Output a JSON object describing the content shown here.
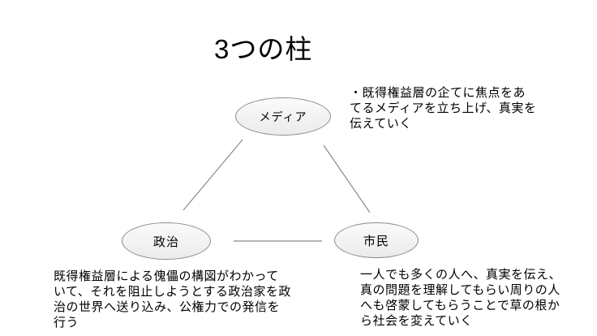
{
  "slide": {
    "title": "3つの柱"
  },
  "colors": {
    "background": "#ffffff",
    "connector": "#8a8a8a",
    "ellipse_fill_top": "#fbfbfb",
    "ellipse_fill_bottom": "#ebebeb",
    "ellipse_border": "#8c8c8c",
    "text": "#000000"
  },
  "nodes": {
    "media": {
      "label": "メディア",
      "note": "・既得権益層の企てに焦点をあ\nてるメディアを立ち上げ、真実を\n伝えていく"
    },
    "politics": {
      "label": "政治",
      "note": "既得権益層による傀儡の構図がわかって\nいて、それを阻止しようとする政治家を政\n治の世界へ送り込み、公権力での発信を\n行う"
    },
    "citizens": {
      "label": "市民",
      "note": "一人でも多くの人へ、真実を伝え、\n真の問題を理解してもらい周りの人\nへも啓蒙してもらうことで草の根か\nら社会を変えていく"
    }
  }
}
